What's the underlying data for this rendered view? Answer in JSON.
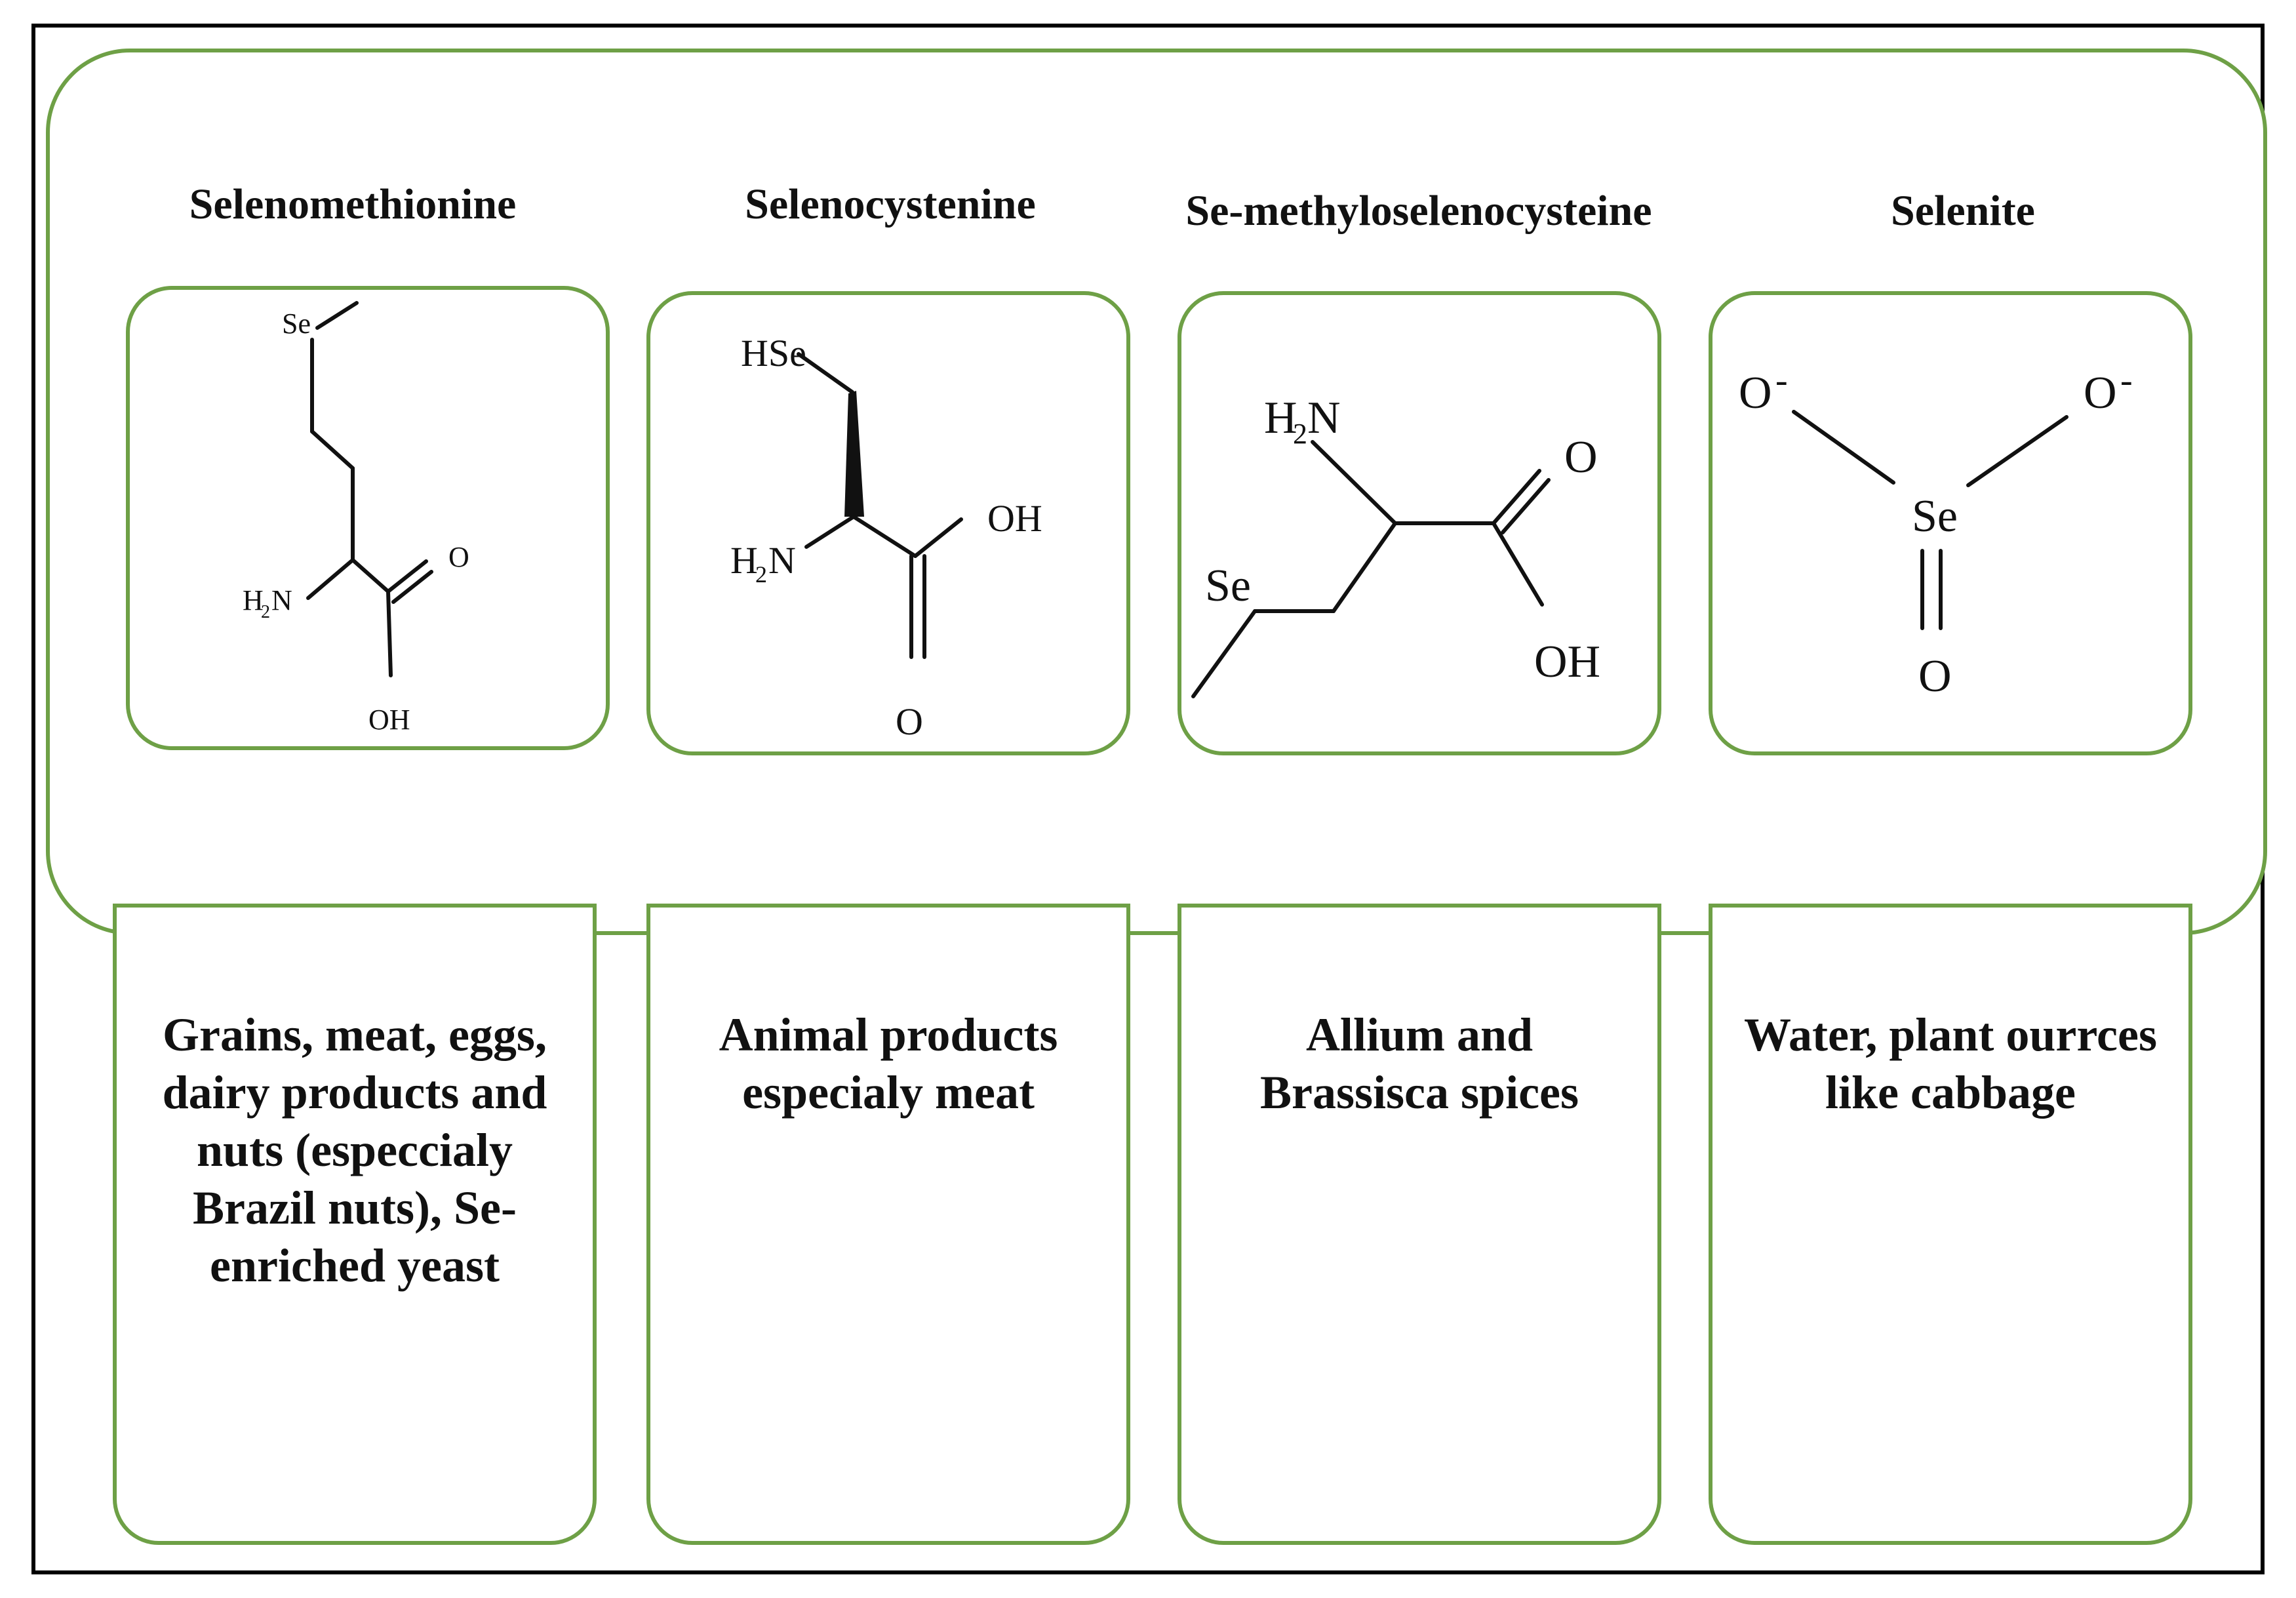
{
  "columns": [
    {
      "name": "Selenomethionine",
      "source": "Grains, meat, eggs, dairy products and nuts (especcialy Brazil nuts), Se-enriched yeast",
      "atoms": [
        "Se",
        "H",
        "2",
        "N",
        "O",
        "OH"
      ]
    },
    {
      "name": "Selenocystenine",
      "source": "Animal products especialy meat",
      "atoms": [
        "HSe",
        "H",
        "2",
        "N",
        "OH",
        "O"
      ]
    },
    {
      "name": "Se-methyloselenocysteine",
      "source": "Allium and Brassisca spices",
      "atoms": [
        "H",
        "2",
        "N",
        "O",
        "Se",
        "OH"
      ]
    },
    {
      "name": "Selenite",
      "source": "Water, plant ourrces like cabbage",
      "atoms": [
        "O",
        "-",
        "O",
        "-",
        "Se",
        "O"
      ]
    }
  ],
  "colors": {
    "border": "#6ea046",
    "frame": "#000000",
    "text": "#111111"
  }
}
